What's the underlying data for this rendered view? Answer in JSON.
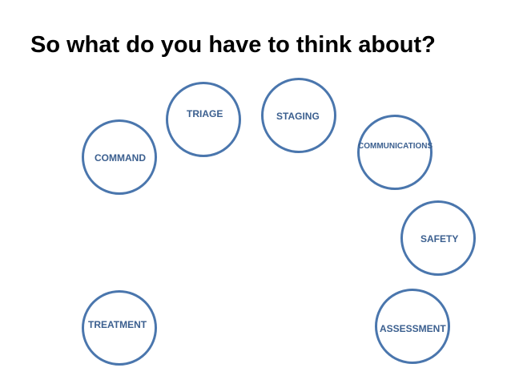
{
  "slide": {
    "title": "So what do you have to think about?"
  },
  "topics": [
    {
      "label": "TRIAGE"
    },
    {
      "label": "STAGING"
    },
    {
      "label": "COMMAND"
    },
    {
      "label": "COMMUNICATIONS"
    },
    {
      "label": "SAFETY"
    },
    {
      "label": "TREATMENT"
    },
    {
      "label": "ASSESSMENT"
    }
  ],
  "colors": {
    "circle_stroke": "#4a76ad",
    "label_text": "#3b5f8f",
    "title_text": "#000000",
    "background": "#ffffff"
  }
}
